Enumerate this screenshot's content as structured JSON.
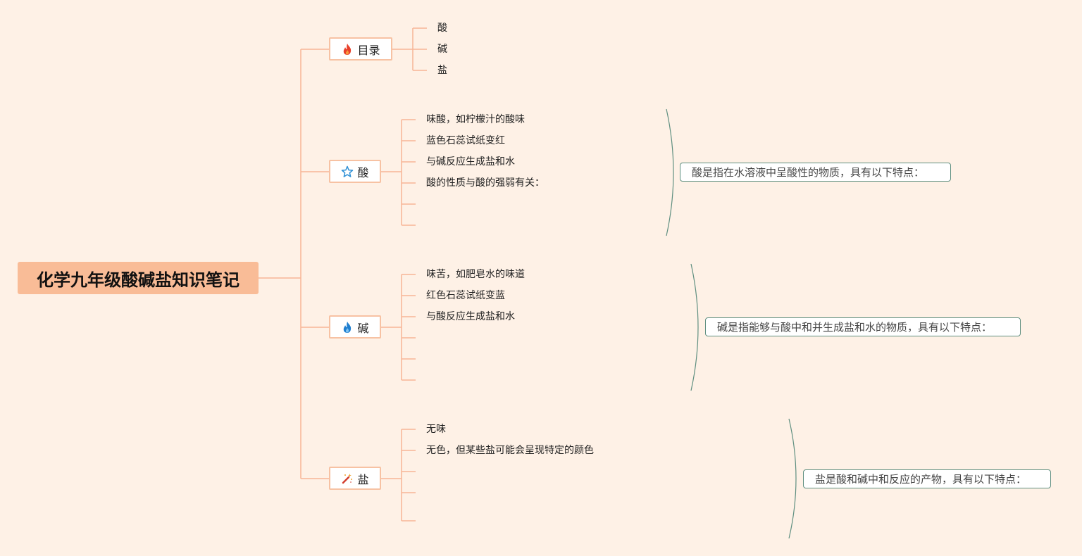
{
  "root": {
    "title": "化学九年级酸碱盐知识笔记"
  },
  "branches": {
    "toc": {
      "label": "目录",
      "icon": "fire-icon",
      "items": [
        "酸",
        "碱",
        "盐"
      ]
    },
    "acid": {
      "label": "酸",
      "icon": "star-icon",
      "items": [
        "味酸，如柠檬汁的酸味",
        "蓝色石蕊试纸变红",
        "与碱反应生成盐和水",
        "酸的性质与酸的强弱有关：",
        "",
        ""
      ],
      "note": "酸是指在水溶液中呈酸性的物质，具有以下特点："
    },
    "base": {
      "label": "碱",
      "icon": "flame-icon",
      "items": [
        "味苦，如肥皂水的味道",
        "红色石蕊试纸变蓝",
        "与酸反应生成盐和水",
        "",
        "",
        ""
      ],
      "note": "碱是指能够与酸中和并生成盐和水的物质，具有以下特点："
    },
    "salt": {
      "label": "盐",
      "icon": "magic-wand-icon",
      "items": [
        "无味",
        "无色，但某些盐可能会呈现特定的颜色",
        "",
        "",
        "",
        ""
      ],
      "note": "盐是酸和碱中和反应的产物，具有以下特点："
    }
  },
  "colors": {
    "background": "#fef1e6",
    "root_fill": "#f9bc97",
    "connector": "#f7b596",
    "branch_border": "#f7c2a3",
    "note_border": "#5f8f80"
  }
}
